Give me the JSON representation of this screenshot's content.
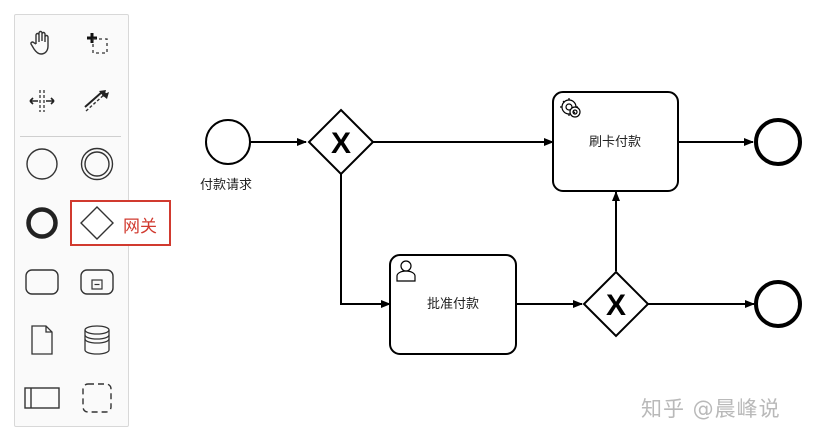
{
  "palette": {
    "tools": [
      {
        "name": "hand-tool-icon"
      },
      {
        "name": "lasso-tool-icon"
      },
      {
        "name": "space-tool-icon"
      },
      {
        "name": "global-connect-tool-icon"
      },
      {
        "name": "start-event-icon"
      },
      {
        "name": "intermediate-event-icon"
      },
      {
        "name": "end-event-icon"
      },
      {
        "name": "gateway-icon"
      },
      {
        "name": "task-icon"
      },
      {
        "name": "subprocess-icon"
      },
      {
        "name": "data-object-icon"
      },
      {
        "name": "data-store-icon"
      },
      {
        "name": "pool-icon"
      },
      {
        "name": "group-icon"
      }
    ],
    "gateway_label": "网关",
    "highlight_color": "#d13a2f"
  },
  "diagram": {
    "start_event_label": "付款请求",
    "task_card_label": "刷卡付款",
    "task_approve_label": "批准付款",
    "gateway_marker": "X"
  },
  "watermark": "知乎 @晨峰说"
}
